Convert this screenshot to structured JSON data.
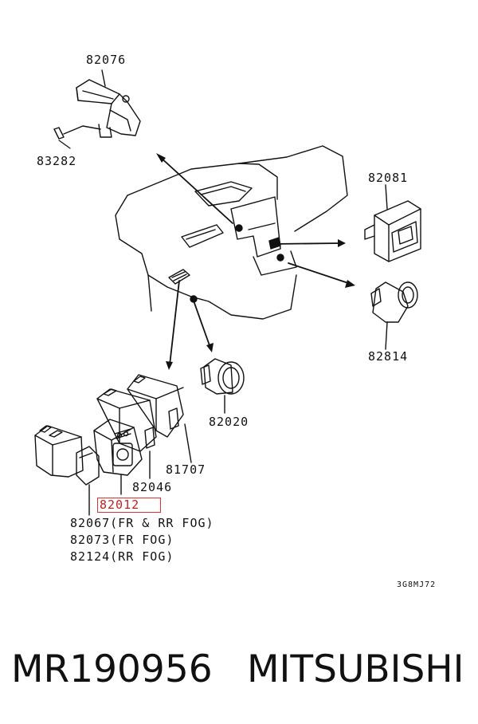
{
  "callouts": {
    "p82076": "82076",
    "p83282": "83282",
    "p82081": "82081",
    "p82814": "82814",
    "p82020": "82020",
    "p81707": "81707",
    "p82046": "82046",
    "p82012": "82012",
    "p82067": "82067(FR & RR FOG)",
    "p82073": "82073(FR FOG)",
    "p82124": "82124(RR FOG)"
  },
  "diagram_code": "3G8MJ72",
  "footer": {
    "part_number": "MR190956",
    "brand": "MITSUBISHI"
  },
  "colors": {
    "highlight": "#e03030",
    "ink": "#111111"
  }
}
